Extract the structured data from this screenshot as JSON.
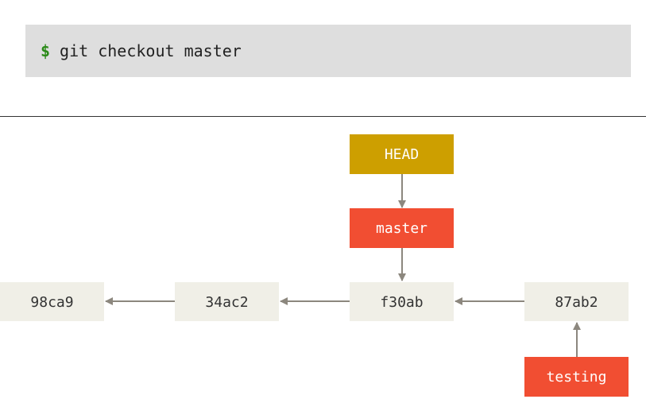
{
  "command": {
    "prompt": "$",
    "text": "git checkout master"
  },
  "diagram": {
    "colors": {
      "commit_fill": "#f0efe7",
      "commit_text": "#333333",
      "head_fill": "#cd9f00",
      "branch_fill": "#f14e32",
      "ref_text": "#ffffff",
      "arrow": "#8c877e",
      "prompt": "#2a8a17"
    },
    "commits": [
      "98ca9",
      "34ac2",
      "f30ab",
      "87ab2"
    ],
    "head_label": "HEAD",
    "branches": [
      "master",
      "testing"
    ],
    "edges": [
      {
        "from": "HEAD",
        "to": "master"
      },
      {
        "from": "master",
        "to": "f30ab"
      },
      {
        "from": "34ac2",
        "to": "98ca9"
      },
      {
        "from": "f30ab",
        "to": "34ac2"
      },
      {
        "from": "87ab2",
        "to": "f30ab"
      },
      {
        "from": "testing",
        "to": "87ab2"
      }
    ]
  }
}
